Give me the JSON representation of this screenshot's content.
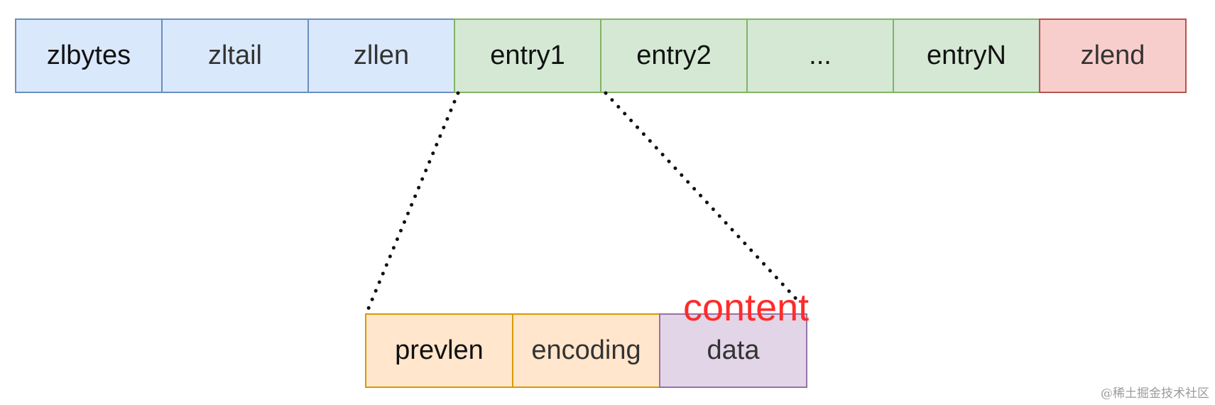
{
  "top_row": [
    {
      "label": "zlbytes",
      "color": "#dae8fc"
    },
    {
      "label": "zltail",
      "color": "#dae8fc"
    },
    {
      "label": "zllen",
      "color": "#dae8fc"
    },
    {
      "label": "entry1",
      "color": "#d5e8d4"
    },
    {
      "label": "entry2",
      "color": "#d5e8d4"
    },
    {
      "label": "...",
      "color": "#d5e8d4"
    },
    {
      "label": "entryN",
      "color": "#d5e8d4"
    },
    {
      "label": "zlend",
      "color": "#f8cecc"
    }
  ],
  "bottom_row": [
    {
      "label": "prevlen",
      "color": "#ffe6cc"
    },
    {
      "label": "encoding",
      "color": "#ffe6cc"
    },
    {
      "label": "data",
      "color": "#e1d5e7"
    }
  ],
  "annotation": {
    "text": "content",
    "color": "#ff2b2b"
  },
  "watermark": "@稀土掘金技术社区"
}
